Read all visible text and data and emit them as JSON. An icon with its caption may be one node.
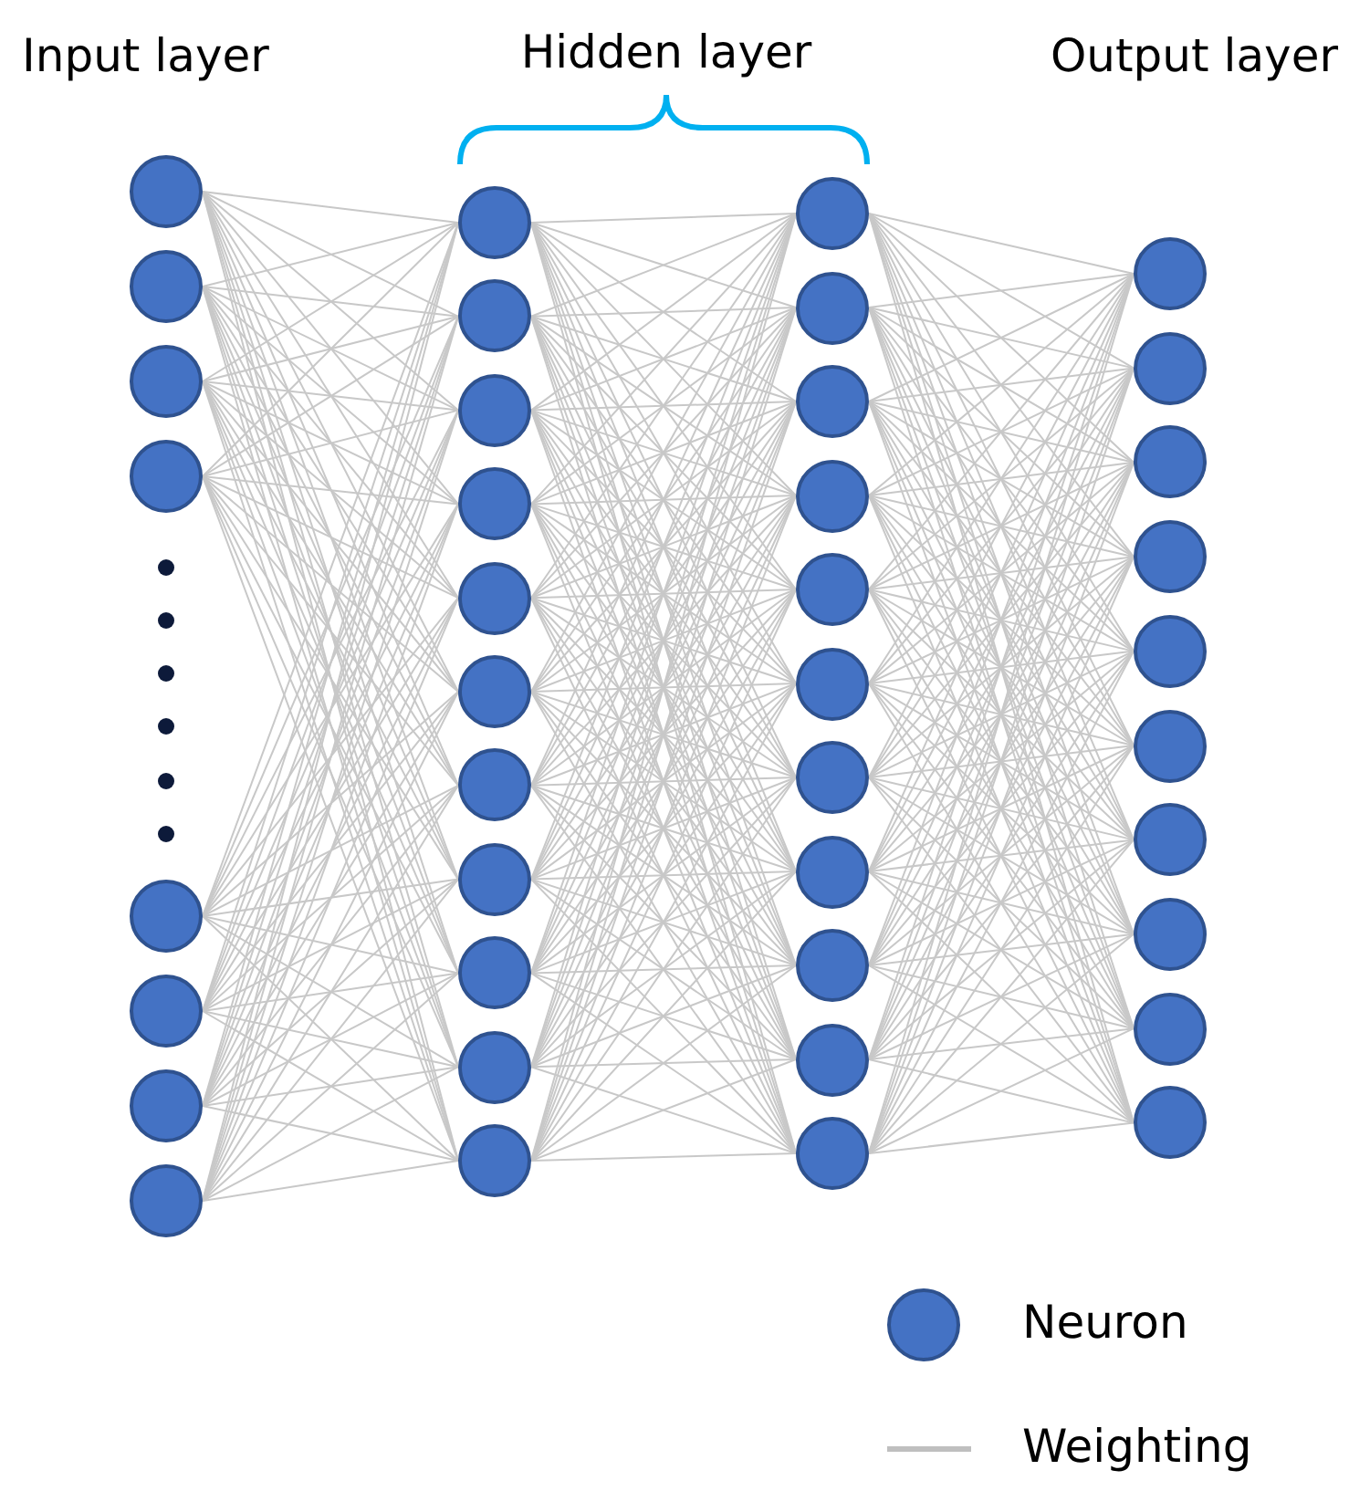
{
  "diagram": {
    "nodes": [
      {
        "text": [],
        "shape": "circle"
      },
      {
        "text": [],
        "shape": "circle"
      },
      {
        "text": [],
        "shape": "circle"
      },
      {
        "text": [],
        "shape": "circle"
      },
      {
        "text": [],
        "shape": "circle"
      },
      {
        "text": [],
        "shape": "circle"
      },
      {
        "text": [],
        "shape": "circle"
      },
      {
        "text": [],
        "shape": "circle"
      },
      {
        "text": [],
        "shape": "circle"
      },
      {
        "text": [],
        "shape": "circle"
      },
      {
        "text": [],
        "shape": "circle"
      },
      {
        "text": [],
        "shape": "circle"
      },
      {
        "text": [],
        "shape": "circle"
      },
      {
        "text": [],
        "shape": "circle"
      },
      {
        "text": [],
        "shape": "circle"
      },
      {
        "text": [],
        "shape": "circle"
      },
      {
        "text": [],
        "shape": "circle"
      },
      {
        "text": [],
        "shape": "circle"
      },
      {
        "text": [],
        "shape": "circle"
      },
      {
        "text": [],
        "shape": "circle"
      },
      {
        "text": [],
        "shape": "circle"
      },
      {
        "text": [],
        "shape": "circle"
      },
      {
        "text": [],
        "shape": "circle"
      },
      {
        "text": [],
        "shape": "circle"
      },
      {
        "text": [],
        "shape": "circle"
      },
      {
        "text": [],
        "shape": "circle"
      },
      {
        "text": [],
        "shape": "circle"
      },
      {
        "text": [],
        "shape": "circle"
      },
      {
        "text": [],
        "shape": "circle"
      },
      {
        "text": [],
        "shape": "circle"
      },
      {
        "text": [],
        "shape": "circle"
      },
      {
        "text": [],
        "shape": "circle"
      },
      {
        "text": [],
        "shape": "circle"
      },
      {
        "text": [],
        "shape": "circle"
      },
      {
        "text": [],
        "shape": "circle"
      },
      {
        "text": [],
        "shape": "circle"
      },
      {
        "text": [],
        "shape": "circle"
      },
      {
        "text": [],
        "shape": "circle"
      },
      {
        "text": [],
        "shape": "circle"
      },
      {
        "text": [],
        "shape": "circle"
      }
    ],
    "edges": [
      {
        "from": 0,
        "to": 8,
        "arrow": "none"
      },
      {
        "from": 0,
        "to": 9,
        "arrow": "none"
      },
      {
        "from": 0,
        "to": 10,
        "arrow": "none"
      },
      {
        "from": 0,
        "to": 11,
        "arrow": "none"
      },
      {
        "from": 0,
        "to": 12,
        "arrow": "none"
      },
      {
        "from": 0,
        "to": 13,
        "arrow": "none"
      },
      {
        "from": 0,
        "to": 14,
        "arrow": "none"
      },
      {
        "from": 0,
        "to": 15,
        "arrow": "none"
      },
      {
        "from": 0,
        "to": 16,
        "arrow": "none"
      },
      {
        "from": 0,
        "to": 17,
        "arrow": "none"
      },
      {
        "from": 0,
        "to": 18,
        "arrow": "none"
      },
      {
        "from": 1,
        "to": 8,
        "arrow": "none"
      },
      {
        "from": 1,
        "to": 9,
        "arrow": "none"
      },
      {
        "from": 1,
        "to": 10,
        "arrow": "none"
      },
      {
        "from": 1,
        "to": 11,
        "arrow": "none"
      },
      {
        "from": 1,
        "to": 12,
        "arrow": "none"
      },
      {
        "from": 1,
        "to": 13,
        "arrow": "none"
      },
      {
        "from": 1,
        "to": 14,
        "arrow": "none"
      },
      {
        "from": 1,
        "to": 15,
        "arrow": "none"
      },
      {
        "from": 1,
        "to": 16,
        "arrow": "none"
      },
      {
        "from": 1,
        "to": 17,
        "arrow": "none"
      },
      {
        "from": 1,
        "to": 18,
        "arrow": "none"
      },
      {
        "from": 2,
        "to": 8,
        "arrow": "none"
      },
      {
        "from": 2,
        "to": 9,
        "arrow": "none"
      },
      {
        "from": 2,
        "to": 10,
        "arrow": "none"
      },
      {
        "from": 2,
        "to": 11,
        "arrow": "none"
      },
      {
        "from": 2,
        "to": 12,
        "arrow": "none"
      },
      {
        "from": 2,
        "to": 13,
        "arrow": "none"
      },
      {
        "from": 2,
        "to": 14,
        "arrow": "none"
      },
      {
        "from": 2,
        "to": 15,
        "arrow": "none"
      },
      {
        "from": 2,
        "to": 16,
        "arrow": "none"
      },
      {
        "from": 2,
        "to": 17,
        "arrow": "none"
      },
      {
        "from": 2,
        "to": 18,
        "arrow": "none"
      },
      {
        "from": 3,
        "to": 8,
        "arrow": "none"
      },
      {
        "from": 3,
        "to": 9,
        "arrow": "none"
      },
      {
        "from": 3,
        "to": 10,
        "arrow": "none"
      },
      {
        "from": 3,
        "to": 11,
        "arrow": "none"
      },
      {
        "from": 3,
        "to": 12,
        "arrow": "none"
      },
      {
        "from": 3,
        "to": 13,
        "arrow": "none"
      },
      {
        "from": 3,
        "to": 14,
        "arrow": "none"
      },
      {
        "from": 3,
        "to": 15,
        "arrow": "none"
      },
      {
        "from": 3,
        "to": 16,
        "arrow": "none"
      },
      {
        "from": 3,
        "to": 17,
        "arrow": "none"
      },
      {
        "from": 3,
        "to": 18,
        "arrow": "none"
      },
      {
        "from": 4,
        "to": 8,
        "arrow": "none"
      },
      {
        "from": 4,
        "to": 9,
        "arrow": "none"
      },
      {
        "from": 4,
        "to": 10,
        "arrow": "none"
      },
      {
        "from": 4,
        "to": 11,
        "arrow": "none"
      },
      {
        "from": 4,
        "to": 12,
        "arrow": "none"
      },
      {
        "from": 4,
        "to": 13,
        "arrow": "none"
      },
      {
        "from": 4,
        "to": 14,
        "arrow": "none"
      },
      {
        "from": 4,
        "to": 15,
        "arrow": "none"
      },
      {
        "from": 4,
        "to": 16,
        "arrow": "none"
      },
      {
        "from": 4,
        "to": 17,
        "arrow": "none"
      },
      {
        "from": 4,
        "to": 18,
        "arrow": "none"
      },
      {
        "from": 5,
        "to": 8,
        "arrow": "none"
      },
      {
        "from": 5,
        "to": 9,
        "arrow": "none"
      },
      {
        "from": 5,
        "to": 10,
        "arrow": "none"
      },
      {
        "from": 5,
        "to": 11,
        "arrow": "none"
      },
      {
        "from": 5,
        "to": 12,
        "arrow": "none"
      },
      {
        "from": 5,
        "to": 13,
        "arrow": "none"
      },
      {
        "from": 5,
        "to": 14,
        "arrow": "none"
      },
      {
        "from": 5,
        "to": 15,
        "arrow": "none"
      },
      {
        "from": 5,
        "to": 16,
        "arrow": "none"
      },
      {
        "from": 5,
        "to": 17,
        "arrow": "none"
      },
      {
        "from": 5,
        "to": 18,
        "arrow": "none"
      },
      {
        "from": 6,
        "to": 8,
        "arrow": "none"
      },
      {
        "from": 6,
        "to": 9,
        "arrow": "none"
      },
      {
        "from": 6,
        "to": 10,
        "arrow": "none"
      },
      {
        "from": 6,
        "to": 11,
        "arrow": "none"
      },
      {
        "from": 6,
        "to": 12,
        "arrow": "none"
      },
      {
        "from": 6,
        "to": 13,
        "arrow": "none"
      },
      {
        "from": 6,
        "to": 14,
        "arrow": "none"
      },
      {
        "from": 6,
        "to": 15,
        "arrow": "none"
      },
      {
        "from": 6,
        "to": 16,
        "arrow": "none"
      },
      {
        "from": 6,
        "to": 17,
        "arrow": "none"
      },
      {
        "from": 6,
        "to": 18,
        "arrow": "none"
      },
      {
        "from": 7,
        "to": 8,
        "arrow": "none"
      },
      {
        "from": 7,
        "to": 9,
        "arrow": "none"
      },
      {
        "from": 7,
        "to": 10,
        "arrow": "none"
      },
      {
        "from": 7,
        "to": 11,
        "arrow": "none"
      },
      {
        "from": 7,
        "to": 12,
        "arrow": "none"
      },
      {
        "from": 7,
        "to": 13,
        "arrow": "none"
      },
      {
        "from": 7,
        "to": 14,
        "arrow": "none"
      },
      {
        "from": 7,
        "to": 15,
        "arrow": "none"
      },
      {
        "from": 7,
        "to": 16,
        "arrow": "none"
      },
      {
        "from": 7,
        "to": 17,
        "arrow": "none"
      },
      {
        "from": 7,
        "to": 18,
        "arrow": "none"
      },
      {
        "from": 8,
        "to": 19,
        "arrow": "none"
      },
      {
        "from": 8,
        "to": 20,
        "arrow": "none"
      },
      {
        "from": 8,
        "to": 21,
        "arrow": "none"
      },
      {
        "from": 8,
        "to": 22,
        "arrow": "none"
      },
      {
        "from": 8,
        "to": 23,
        "arrow": "none"
      },
      {
        "from": 8,
        "to": 24,
        "arrow": "none"
      },
      {
        "from": 8,
        "to": 25,
        "arrow": "none"
      },
      {
        "from": 8,
        "to": 26,
        "arrow": "none"
      },
      {
        "from": 8,
        "to": 27,
        "arrow": "none"
      },
      {
        "from": 8,
        "to": 28,
        "arrow": "none"
      },
      {
        "from": 8,
        "to": 29,
        "arrow": "none"
      },
      {
        "from": 9,
        "to": 19,
        "arrow": "none"
      },
      {
        "from": 9,
        "to": 20,
        "arrow": "none"
      },
      {
        "from": 9,
        "to": 21,
        "arrow": "none"
      },
      {
        "from": 9,
        "to": 22,
        "arrow": "none"
      },
      {
        "from": 9,
        "to": 23,
        "arrow": "none"
      },
      {
        "from": 9,
        "to": 24,
        "arrow": "none"
      },
      {
        "from": 9,
        "to": 25,
        "arrow": "none"
      },
      {
        "from": 9,
        "to": 26,
        "arrow": "none"
      },
      {
        "from": 9,
        "to": 27,
        "arrow": "none"
      },
      {
        "from": 9,
        "to": 28,
        "arrow": "none"
      },
      {
        "from": 9,
        "to": 29,
        "arrow": "none"
      },
      {
        "from": 10,
        "to": 19,
        "arrow": "none"
      },
      {
        "from": 10,
        "to": 20,
        "arrow": "none"
      },
      {
        "from": 10,
        "to": 21,
        "arrow": "none"
      },
      {
        "from": 10,
        "to": 22,
        "arrow": "none"
      },
      {
        "from": 10,
        "to": 23,
        "arrow": "none"
      },
      {
        "from": 10,
        "to": 24,
        "arrow": "none"
      },
      {
        "from": 10,
        "to": 25,
        "arrow": "none"
      },
      {
        "from": 10,
        "to": 26,
        "arrow": "none"
      },
      {
        "from": 10,
        "to": 27,
        "arrow": "none"
      },
      {
        "from": 10,
        "to": 28,
        "arrow": "none"
      },
      {
        "from": 10,
        "to": 29,
        "arrow": "none"
      },
      {
        "from": 11,
        "to": 19,
        "arrow": "none"
      },
      {
        "from": 11,
        "to": 20,
        "arrow": "none"
      },
      {
        "from": 11,
        "to": 21,
        "arrow": "none"
      },
      {
        "from": 11,
        "to": 22,
        "arrow": "none"
      },
      {
        "from": 11,
        "to": 23,
        "arrow": "none"
      },
      {
        "from": 11,
        "to": 24,
        "arrow": "none"
      },
      {
        "from": 11,
        "to": 25,
        "arrow": "none"
      },
      {
        "from": 11,
        "to": 26,
        "arrow": "none"
      },
      {
        "from": 11,
        "to": 27,
        "arrow": "none"
      },
      {
        "from": 11,
        "to": 28,
        "arrow": "none"
      },
      {
        "from": 11,
        "to": 29,
        "arrow": "none"
      },
      {
        "from": 12,
        "to": 19,
        "arrow": "none"
      },
      {
        "from": 12,
        "to": 20,
        "arrow": "none"
      },
      {
        "from": 12,
        "to": 21,
        "arrow": "none"
      },
      {
        "from": 12,
        "to": 22,
        "arrow": "none"
      },
      {
        "from": 12,
        "to": 23,
        "arrow": "none"
      },
      {
        "from": 12,
        "to": 24,
        "arrow": "none"
      },
      {
        "from": 12,
        "to": 25,
        "arrow": "none"
      },
      {
        "from": 12,
        "to": 26,
        "arrow": "none"
      },
      {
        "from": 12,
        "to": 27,
        "arrow": "none"
      },
      {
        "from": 12,
        "to": 28,
        "arrow": "none"
      },
      {
        "from": 12,
        "to": 29,
        "arrow": "none"
      },
      {
        "from": 13,
        "to": 19,
        "arrow": "none"
      },
      {
        "from": 13,
        "to": 20,
        "arrow": "none"
      },
      {
        "from": 13,
        "to": 21,
        "arrow": "none"
      },
      {
        "from": 13,
        "to": 22,
        "arrow": "none"
      },
      {
        "from": 13,
        "to": 23,
        "arrow": "none"
      },
      {
        "from": 13,
        "to": 24,
        "arrow": "none"
      },
      {
        "from": 13,
        "to": 25,
        "arrow": "none"
      },
      {
        "from": 13,
        "to": 26,
        "arrow": "none"
      },
      {
        "from": 13,
        "to": 27,
        "arrow": "none"
      },
      {
        "from": 13,
        "to": 28,
        "arrow": "none"
      },
      {
        "from": 13,
        "to": 29,
        "arrow": "none"
      },
      {
        "from": 14,
        "to": 19,
        "arrow": "none"
      },
      {
        "from": 14,
        "to": 20,
        "arrow": "none"
      },
      {
        "from": 14,
        "to": 21,
        "arrow": "none"
      },
      {
        "from": 14,
        "to": 22,
        "arrow": "none"
      },
      {
        "from": 14,
        "to": 23,
        "arrow": "none"
      },
      {
        "from": 14,
        "to": 24,
        "arrow": "none"
      },
      {
        "from": 14,
        "to": 25,
        "arrow": "none"
      },
      {
        "from": 14,
        "to": 26,
        "arrow": "none"
      },
      {
        "from": 14,
        "to": 27,
        "arrow": "none"
      },
      {
        "from": 14,
        "to": 28,
        "arrow": "none"
      },
      {
        "from": 14,
        "to": 29,
        "arrow": "none"
      },
      {
        "from": 15,
        "to": 19,
        "arrow": "none"
      },
      {
        "from": 15,
        "to": 20,
        "arrow": "none"
      },
      {
        "from": 15,
        "to": 21,
        "arrow": "none"
      },
      {
        "from": 15,
        "to": 22,
        "arrow": "none"
      },
      {
        "from": 15,
        "to": 23,
        "arrow": "none"
      },
      {
        "from": 15,
        "to": 24,
        "arrow": "none"
      },
      {
        "from": 15,
        "to": 25,
        "arrow": "none"
      },
      {
        "from": 15,
        "to": 26,
        "arrow": "none"
      },
      {
        "from": 15,
        "to": 27,
        "arrow": "none"
      },
      {
        "from": 15,
        "to": 28,
        "arrow": "none"
      },
      {
        "from": 15,
        "to": 29,
        "arrow": "none"
      },
      {
        "from": 16,
        "to": 19,
        "arrow": "none"
      },
      {
        "from": 16,
        "to": 20,
        "arrow": "none"
      },
      {
        "from": 16,
        "to": 21,
        "arrow": "none"
      },
      {
        "from": 16,
        "to": 22,
        "arrow": "none"
      },
      {
        "from": 16,
        "to": 23,
        "arrow": "none"
      },
      {
        "from": 16,
        "to": 24,
        "arrow": "none"
      },
      {
        "from": 16,
        "to": 25,
        "arrow": "none"
      },
      {
        "from": 16,
        "to": 26,
        "arrow": "none"
      },
      {
        "from": 16,
        "to": 27,
        "arrow": "none"
      },
      {
        "from": 16,
        "to": 28,
        "arrow": "none"
      },
      {
        "from": 16,
        "to": 29,
        "arrow": "none"
      },
      {
        "from": 17,
        "to": 19,
        "arrow": "none"
      },
      {
        "from": 17,
        "to": 20,
        "arrow": "none"
      },
      {
        "from": 17,
        "to": 21,
        "arrow": "none"
      },
      {
        "from": 17,
        "to": 22,
        "arrow": "none"
      },
      {
        "from": 17,
        "to": 23,
        "arrow": "none"
      },
      {
        "from": 17,
        "to": 24,
        "arrow": "none"
      },
      {
        "from": 17,
        "to": 25,
        "arrow": "none"
      },
      {
        "from": 17,
        "to": 26,
        "arrow": "none"
      },
      {
        "from": 17,
        "to": 27,
        "arrow": "none"
      },
      {
        "from": 17,
        "to": 28,
        "arrow": "none"
      },
      {
        "from": 17,
        "to": 29,
        "arrow": "none"
      },
      {
        "from": 18,
        "to": 19,
        "arrow": "none"
      },
      {
        "from": 18,
        "to": 20,
        "arrow": "none"
      },
      {
        "from": 18,
        "to": 21,
        "arrow": "none"
      },
      {
        "from": 18,
        "to": 22,
        "arrow": "none"
      },
      {
        "from": 18,
        "to": 23,
        "arrow": "none"
      },
      {
        "from": 18,
        "to": 24,
        "arrow": "none"
      },
      {
        "from": 18,
        "to": 25,
        "arrow": "none"
      },
      {
        "from": 18,
        "to": 26,
        "arrow": "none"
      },
      {
        "from": 18,
        "to": 27,
        "arrow": "none"
      },
      {
        "from": 18,
        "to": 28,
        "arrow": "none"
      },
      {
        "from": 18,
        "to": 29,
        "arrow": "none"
      },
      {
        "from": 19,
        "to": 30,
        "arrow": "none"
      },
      {
        "from": 19,
        "to": 31,
        "arrow": "none"
      },
      {
        "from": 19,
        "to": 32,
        "arrow": "none"
      },
      {
        "from": 19,
        "to": 33,
        "arrow": "none"
      },
      {
        "from": 19,
        "to": 34,
        "arrow": "none"
      },
      {
        "from": 19,
        "to": 35,
        "arrow": "none"
      },
      {
        "from": 19,
        "to": 36,
        "arrow": "none"
      },
      {
        "from": 19,
        "to": 37,
        "arrow": "none"
      },
      {
        "from": 19,
        "to": 38,
        "arrow": "none"
      },
      {
        "from": 19,
        "to": 39,
        "arrow": "none"
      },
      {
        "from": 20,
        "to": 30,
        "arrow": "none"
      },
      {
        "from": 20,
        "to": 31,
        "arrow": "none"
      },
      {
        "from": 20,
        "to": 32,
        "arrow": "none"
      },
      {
        "from": 20,
        "to": 33,
        "arrow": "none"
      },
      {
        "from": 20,
        "to": 34,
        "arrow": "none"
      },
      {
        "from": 20,
        "to": 35,
        "arrow": "none"
      },
      {
        "from": 20,
        "to": 36,
        "arrow": "none"
      },
      {
        "from": 20,
        "to": 37,
        "arrow": "none"
      },
      {
        "from": 20,
        "to": 38,
        "arrow": "none"
      },
      {
        "from": 20,
        "to": 39,
        "arrow": "none"
      },
      {
        "from": 21,
        "to": 30,
        "arrow": "none"
      },
      {
        "from": 21,
        "to": 31,
        "arrow": "none"
      },
      {
        "from": 21,
        "to": 32,
        "arrow": "none"
      },
      {
        "from": 21,
        "to": 33,
        "arrow": "none"
      },
      {
        "from": 21,
        "to": 34,
        "arrow": "none"
      },
      {
        "from": 21,
        "to": 35,
        "arrow": "none"
      },
      {
        "from": 21,
        "to": 36,
        "arrow": "none"
      },
      {
        "from": 21,
        "to": 37,
        "arrow": "none"
      },
      {
        "from": 21,
        "to": 38,
        "arrow": "none"
      },
      {
        "from": 21,
        "to": 39,
        "arrow": "none"
      },
      {
        "from": 22,
        "to": 30,
        "arrow": "none"
      },
      {
        "from": 22,
        "to": 31,
        "arrow": "none"
      },
      {
        "from": 22,
        "to": 32,
        "arrow": "none"
      },
      {
        "from": 22,
        "to": 33,
        "arrow": "none"
      },
      {
        "from": 22,
        "to": 34,
        "arrow": "none"
      },
      {
        "from": 22,
        "to": 35,
        "arrow": "none"
      },
      {
        "from": 22,
        "to": 36,
        "arrow": "none"
      },
      {
        "from": 22,
        "to": 37,
        "arrow": "none"
      },
      {
        "from": 22,
        "to": 38,
        "arrow": "none"
      },
      {
        "from": 22,
        "to": 39,
        "arrow": "none"
      },
      {
        "from": 23,
        "to": 30,
        "arrow": "none"
      },
      {
        "from": 23,
        "to": 31,
        "arrow": "none"
      },
      {
        "from": 23,
        "to": 32,
        "arrow": "none"
      },
      {
        "from": 23,
        "to": 33,
        "arrow": "none"
      },
      {
        "from": 23,
        "to": 34,
        "arrow": "none"
      },
      {
        "from": 23,
        "to": 35,
        "arrow": "none"
      },
      {
        "from": 23,
        "to": 36,
        "arrow": "none"
      },
      {
        "from": 23,
        "to": 37,
        "arrow": "none"
      },
      {
        "from": 23,
        "to": 38,
        "arrow": "none"
      },
      {
        "from": 23,
        "to": 39,
        "arrow": "none"
      },
      {
        "from": 24,
        "to": 30,
        "arrow": "none"
      },
      {
        "from": 24,
        "to": 31,
        "arrow": "none"
      },
      {
        "from": 24,
        "to": 32,
        "arrow": "none"
      },
      {
        "from": 24,
        "to": 33,
        "arrow": "none"
      },
      {
        "from": 24,
        "to": 34,
        "arrow": "none"
      },
      {
        "from": 24,
        "to": 35,
        "arrow": "none"
      },
      {
        "from": 24,
        "to": 36,
        "arrow": "none"
      },
      {
        "from": 24,
        "to": 37,
        "arrow": "none"
      },
      {
        "from": 24,
        "to": 38,
        "arrow": "none"
      },
      {
        "from": 24,
        "to": 39,
        "arrow": "none"
      },
      {
        "from": 25,
        "to": 30,
        "arrow": "none"
      },
      {
        "from": 25,
        "to": 31,
        "arrow": "none"
      },
      {
        "from": 25,
        "to": 32,
        "arrow": "none"
      },
      {
        "from": 25,
        "to": 33,
        "arrow": "none"
      },
      {
        "from": 25,
        "to": 34,
        "arrow": "none"
      },
      {
        "from": 25,
        "to": 35,
        "arrow": "none"
      },
      {
        "from": 25,
        "to": 36,
        "arrow": "none"
      },
      {
        "from": 25,
        "to": 37,
        "arrow": "none"
      },
      {
        "from": 25,
        "to": 38,
        "arrow": "none"
      },
      {
        "from": 25,
        "to": 39,
        "arrow": "none"
      },
      {
        "from": 26,
        "to": 30,
        "arrow": "none"
      },
      {
        "from": 26,
        "to": 31,
        "arrow": "none"
      },
      {
        "from": 26,
        "to": 32,
        "arrow": "none"
      },
      {
        "from": 26,
        "to": 33,
        "arrow": "none"
      },
      {
        "from": 26,
        "to": 34,
        "arrow": "none"
      },
      {
        "from": 26,
        "to": 35,
        "arrow": "none"
      },
      {
        "from": 26,
        "to": 36,
        "arrow": "none"
      },
      {
        "from": 26,
        "to": 37,
        "arrow": "none"
      },
      {
        "from": 26,
        "to": 38,
        "arrow": "none"
      },
      {
        "from": 26,
        "to": 39,
        "arrow": "none"
      },
      {
        "from": 27,
        "to": 30,
        "arrow": "none"
      },
      {
        "from": 27,
        "to": 31,
        "arrow": "none"
      },
      {
        "from": 27,
        "to": 32,
        "arrow": "none"
      },
      {
        "from": 27,
        "to": 33,
        "arrow": "none"
      },
      {
        "from": 27,
        "to": 34,
        "arrow": "none"
      },
      {
        "from": 27,
        "to": 35,
        "arrow": "none"
      },
      {
        "from": 27,
        "to": 36,
        "arrow": "none"
      },
      {
        "from": 27,
        "to": 37,
        "arrow": "none"
      },
      {
        "from": 27,
        "to": 38,
        "arrow": "none"
      },
      {
        "from": 27,
        "to": 39,
        "arrow": "none"
      },
      {
        "from": 28,
        "to": 30,
        "arrow": "none"
      },
      {
        "from": 28,
        "to": 31,
        "arrow": "none"
      },
      {
        "from": 28,
        "to": 32,
        "arrow": "none"
      },
      {
        "from": 28,
        "to": 33,
        "arrow": "none"
      },
      {
        "from": 28,
        "to": 34,
        "arrow": "none"
      },
      {
        "from": 28,
        "to": 35,
        "arrow": "none"
      },
      {
        "from": 28,
        "to": 36,
        "arrow": "none"
      },
      {
        "from": 28,
        "to": 37,
        "arrow": "none"
      },
      {
        "from": 28,
        "to": 38,
        "arrow": "none"
      },
      {
        "from": 28,
        "to": 39,
        "arrow": "none"
      },
      {
        "from": 29,
        "to": 30,
        "arrow": "none"
      },
      {
        "from": 29,
        "to": 31,
        "arrow": "none"
      },
      {
        "from": 29,
        "to": 32,
        "arrow": "none"
      },
      {
        "from": 29,
        "to": 33,
        "arrow": "none"
      },
      {
        "from": 29,
        "to": 34,
        "arrow": "none"
      },
      {
        "from": 29,
        "to": 35,
        "arrow": "none"
      },
      {
        "from": 29,
        "to": 36,
        "arrow": "none"
      },
      {
        "from": 29,
        "to": 37,
        "arrow": "none"
      },
      {
        "from": 29,
        "to": 38,
        "arrow": "none"
      },
      {
        "from": 29,
        "to": 39,
        "arrow": "none"
      }
    ],
    "labels": [
      "Input layer",
      "Hidden layer",
      "Output layer"
    ],
    "legend": [
      {
        "text": "Neuron"
      },
      {
        "text": "Weighting"
      }
    ]
  }
}
